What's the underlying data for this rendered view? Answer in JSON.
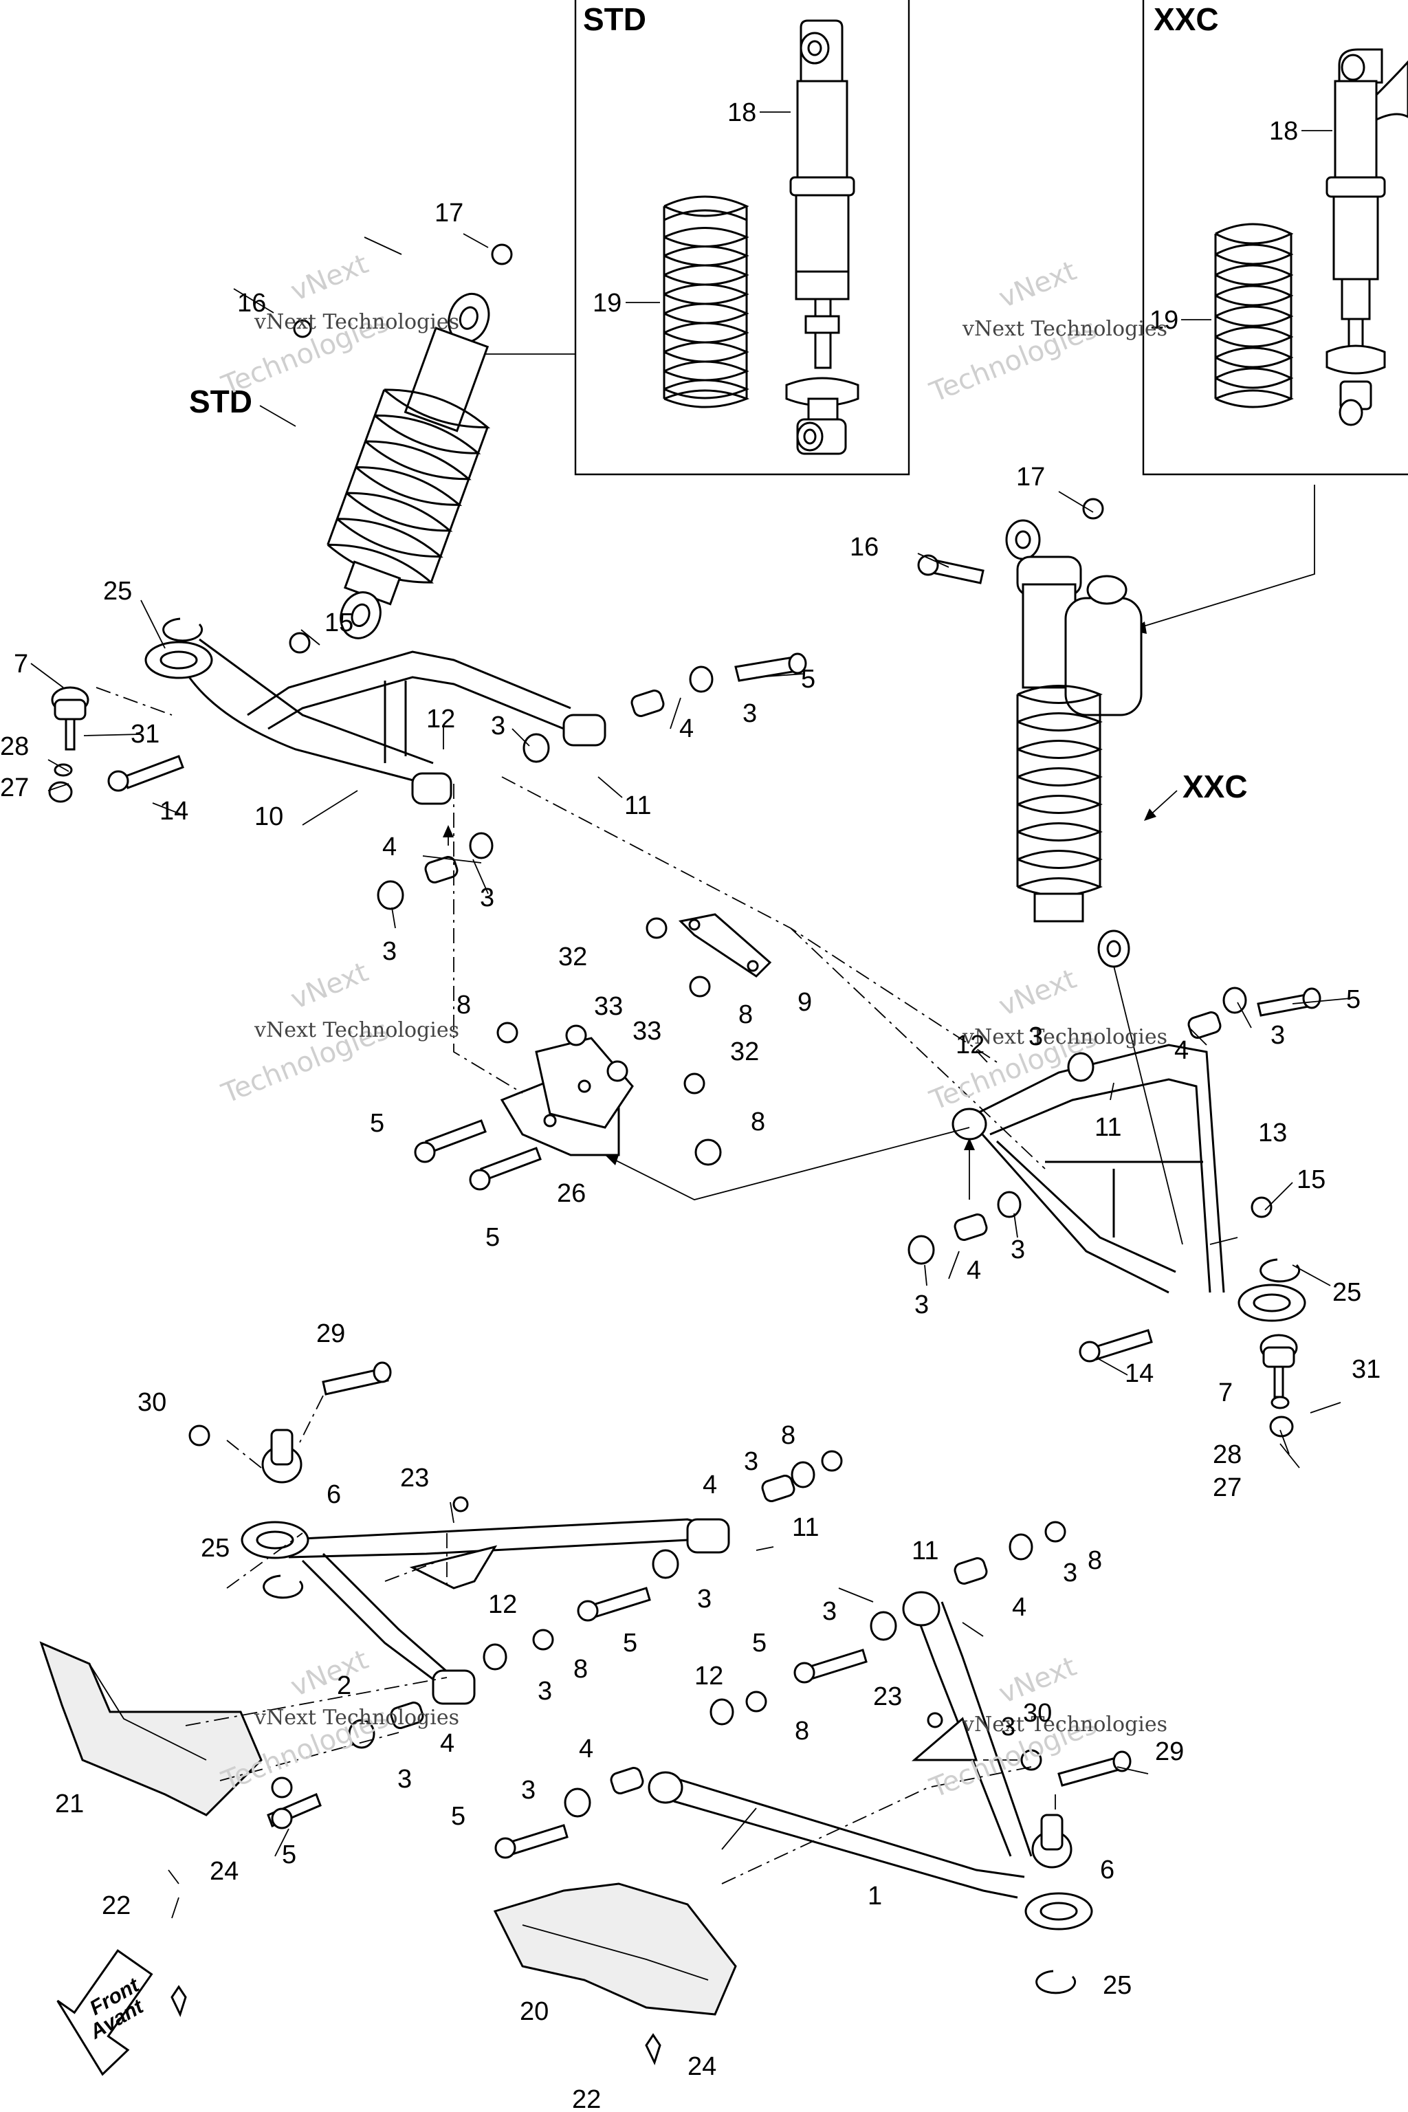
{
  "insets": {
    "std": {
      "title": "STD",
      "shock_label": "18",
      "spring_label": "19"
    },
    "xxc": {
      "title": "XXC",
      "shock_label": "18",
      "spring_label": "19"
    }
  },
  "shock_labels": {
    "std": "STD",
    "xxc": "XXC"
  },
  "front_arrow": {
    "line1": "Front",
    "line2": "Avant"
  },
  "watermark": {
    "line1": "vNext",
    "line2": "Technologies",
    "line3": "vNext Technologies"
  },
  "callouts": {
    "c17a": "17",
    "c16a": "16",
    "c25a": "25",
    "c15a": "15",
    "c7a": "7",
    "c31a": "31",
    "c28a": "28",
    "c27a": "27",
    "c14a": "14",
    "c10": "10",
    "c12a": "12",
    "c3a": "3",
    "c4a": "4",
    "c3b": "3",
    "c5a": "5",
    "c11a": "11",
    "c4b": "4",
    "c3c": "3",
    "c3d": "3",
    "c32a": "32",
    "c9": "9",
    "c8a": "8",
    "c33a": "33",
    "c8b": "8",
    "c33b": "33",
    "c32b": "32",
    "c8c": "8",
    "c5b": "5",
    "c26": "26",
    "c5c": "5",
    "c17b": "17",
    "c16b": "16",
    "c5d": "5",
    "c3e": "3",
    "c4c": "4",
    "c3f": "3",
    "c12b": "12",
    "c11b": "11",
    "c13": "13",
    "c15b": "15",
    "c25b": "25",
    "c3g": "3",
    "c4d": "4",
    "c3h": "3",
    "c14b": "14",
    "c31b": "31",
    "c7b": "7",
    "c28b": "28",
    "c27b": "27",
    "c29a": "29",
    "c30a": "30",
    "c6a": "6",
    "c8d": "8",
    "c3i": "3",
    "c4e": "4",
    "c23a": "23",
    "c11c": "11",
    "c25c": "25",
    "c3j": "3",
    "c5e": "5",
    "c11d": "11",
    "c3k": "3",
    "c8e": "8",
    "c4f": "4",
    "c12c": "12",
    "c2": "2",
    "c3l": "3",
    "c8f": "8",
    "c5f": "5",
    "c3m": "3",
    "c12d": "12",
    "c8g": "8",
    "c4g": "4",
    "c3n": "3",
    "c4h": "4",
    "c3o": "3",
    "c21": "21",
    "c5g": "5",
    "c24a": "24",
    "c22a": "22",
    "c23b": "23",
    "c30b": "30",
    "c29b": "29",
    "c3p": "3",
    "c5h": "5",
    "c6b": "6",
    "c1": "1",
    "c20": "20",
    "c25d": "25",
    "c24b": "24",
    "c22b": "22"
  }
}
